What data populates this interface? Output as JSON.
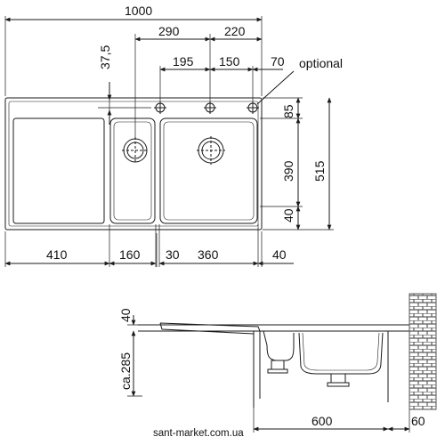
{
  "top_view": {
    "dim_total_width": "1000",
    "dim_290": "290",
    "dim_220": "220",
    "dim_37_5": "37,5",
    "dim_195": "195",
    "dim_150": "150",
    "dim_70": "70",
    "optional_label": "optional",
    "dim_85": "85",
    "dim_390": "390",
    "dim_515": "515",
    "dim_40_right": "40",
    "bottom_dims": {
      "d410": "410",
      "d160": "160",
      "d30": "30",
      "d360": "360",
      "d40": "40"
    }
  },
  "side_view": {
    "dim_40": "40",
    "dim_ca285": "ca.285",
    "dim_600": "600",
    "dim_60": "60"
  },
  "watermark": "sant-market.com.ua",
  "colors": {
    "line": "#1a1a1a",
    "brick": "#5a5a5a",
    "background": "#ffffff"
  }
}
